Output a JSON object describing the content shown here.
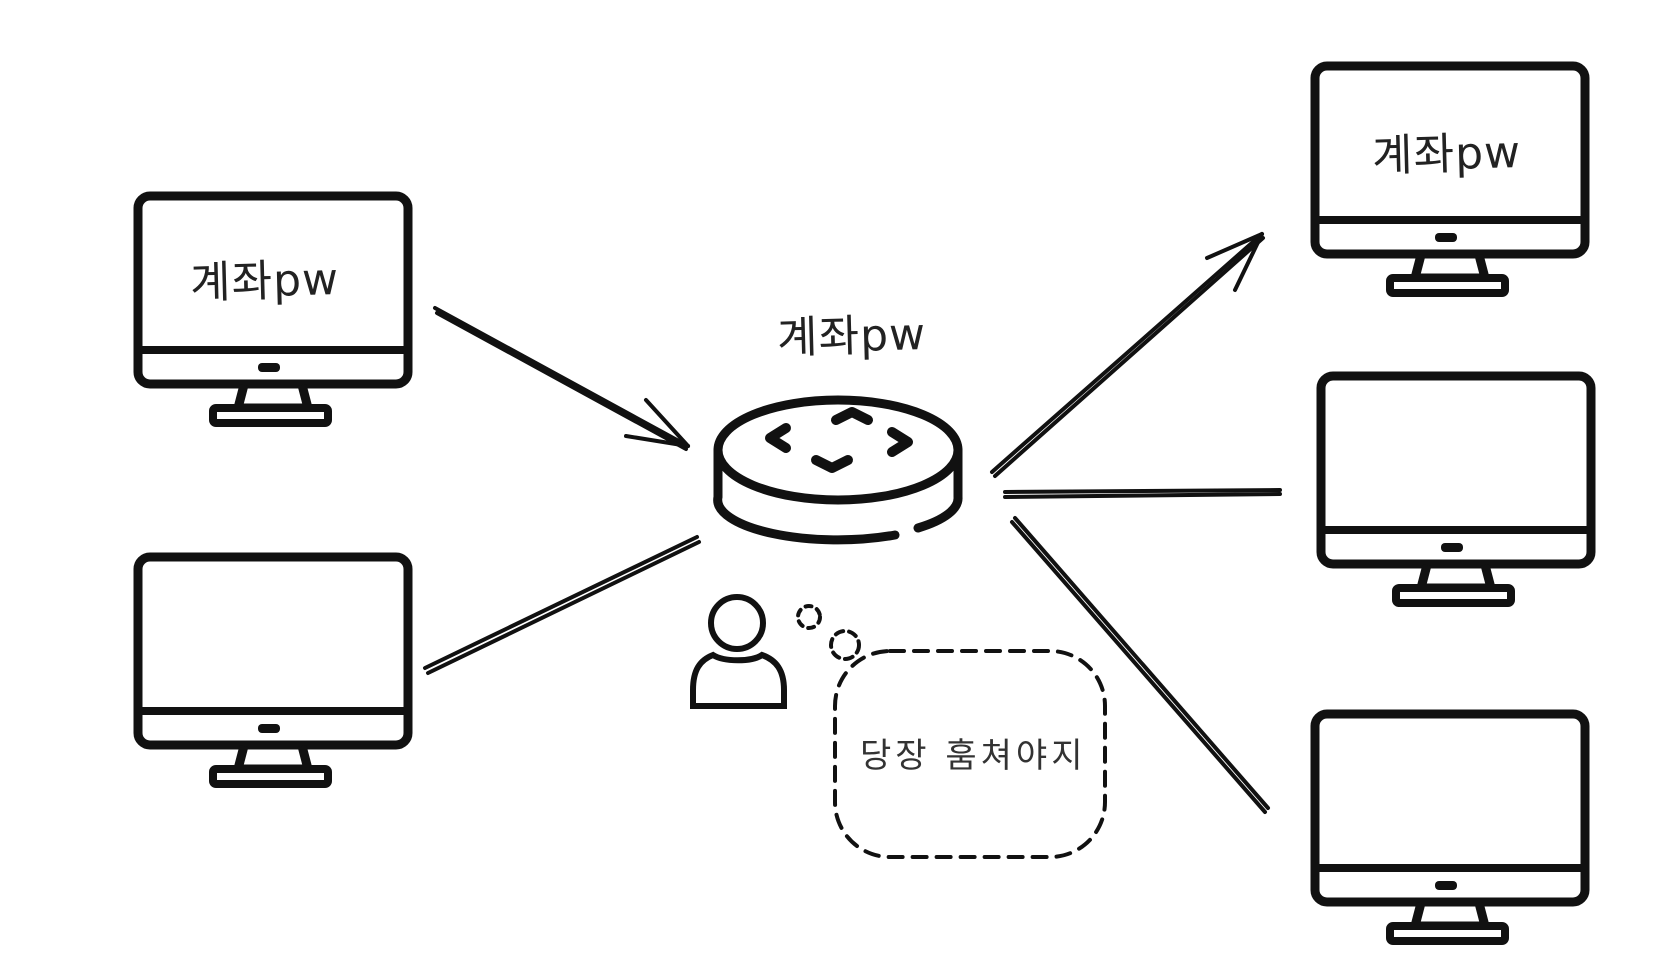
{
  "colors": {
    "ink": "#111111",
    "background": "#ffffff"
  },
  "icons": [
    "monitor-icon",
    "router-icon",
    "user-icon",
    "thought-bubble-icon",
    "arrow-icon"
  ],
  "labels": {
    "left_monitor_top": "계좌pw",
    "router": "계좌pw",
    "right_monitor_top": "계좌pw",
    "attacker_thought": "당장 훔쳐야지"
  }
}
